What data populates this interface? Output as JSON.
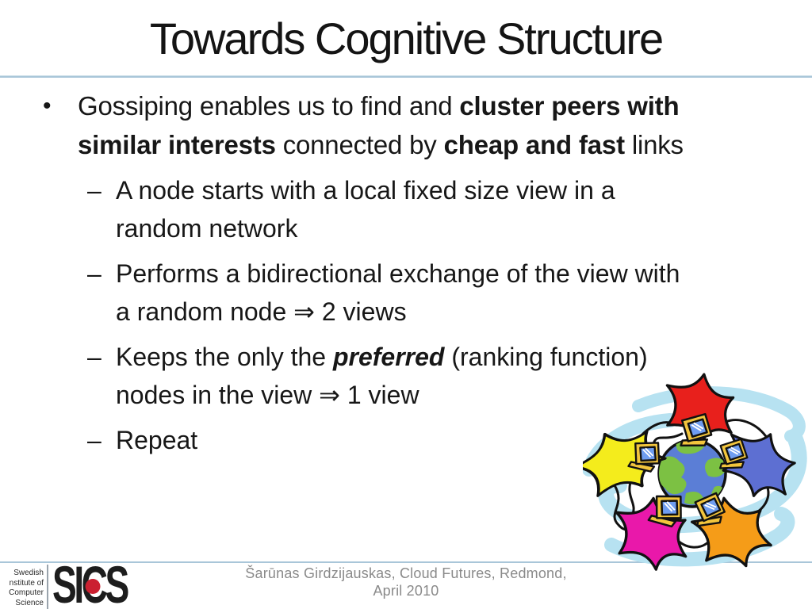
{
  "slide": {
    "title": "Towards Cognitive Structure",
    "content": {
      "bullets": [
        {
          "level": 1,
          "marker": "•",
          "lines": [
            [
              {
                "t": "Gossiping enables us to find and ",
                "s": "n"
              },
              {
                "t": "cluster peers with",
                "s": "b"
              }
            ],
            [
              {
                "t": "similar interests",
                "s": "b"
              },
              {
                "t": " connected by ",
                "s": "n"
              },
              {
                "t": "cheap and fast",
                "s": "b"
              },
              {
                "t": " links",
                "s": "n"
              }
            ]
          ]
        },
        {
          "level": 2,
          "marker": "–",
          "lines": [
            [
              {
                "t": "A node starts with a local fixed size view in a",
                "s": "n"
              }
            ],
            [
              {
                "t": "random network",
                "s": "n"
              }
            ]
          ]
        },
        {
          "level": 2,
          "marker": "–",
          "lines": [
            [
              {
                "t": "Performs a bidirectional exchange of the view with",
                "s": "n"
              }
            ],
            [
              {
                "t": "a random node ⇒ 2 views",
                "s": "n"
              }
            ]
          ]
        },
        {
          "level": 2,
          "marker": "–",
          "lines": [
            [
              {
                "t": "Keeps the only the ",
                "s": "n"
              },
              {
                "t": "preferred",
                "s": "bi"
              },
              {
                "t": " (ranking function)",
                "s": "n"
              }
            ],
            [
              {
                "t": "nodes in the view ⇒ 1 view",
                "s": "n"
              }
            ]
          ]
        },
        {
          "level": 2,
          "marker": "–",
          "lines": [
            [
              {
                "t": "Repeat",
                "s": "n"
              }
            ]
          ]
        }
      ]
    },
    "footer": {
      "credit_line1": "Šarūnas Girdzijauskas, Cloud Futures, Redmond,",
      "credit_line2": "April 2010"
    },
    "logo": {
      "org_lines": [
        "Swedish",
        "nstitute of",
        "Computer",
        "Science"
      ],
      "brand_left": "SI",
      "brand_c": "C",
      "brand_right": "S"
    },
    "artwork": {
      "description": "clipart of five colorful star figures with computers networked around a globe",
      "palette": {
        "swirl": "#b7e2f1",
        "globe_ocean": "#5b7ed6",
        "globe_land": "#7cc143",
        "figure_red": "#e8201c",
        "figure_yellow": "#f4ec1c",
        "figure_blue": "#5d6fd2",
        "figure_magenta": "#e918aa",
        "figure_orange": "#f59c18",
        "computer_body": "#f2c53d",
        "computer_screen": "#6f9df0",
        "cable": "#121212"
      }
    },
    "colors": {
      "accent_rule": "#a9c6d9",
      "body_text": "#171717",
      "footer_text": "#8a8a8a",
      "logo_dot": "#cb2030"
    }
  }
}
